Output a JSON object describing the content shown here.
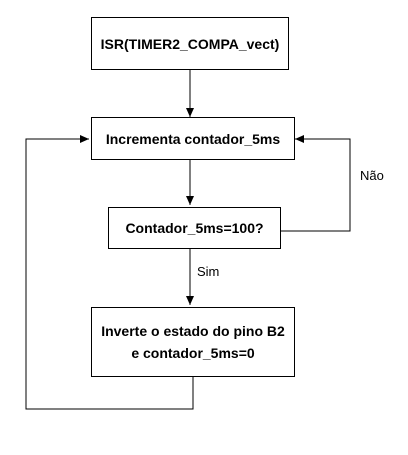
{
  "diagram": {
    "nodes": {
      "isr": {
        "text": "ISR(TIMER2_COMPA_vect)"
      },
      "increment": {
        "text": "Incrementa contador_5ms"
      },
      "decision": {
        "text": "Contador_5ms=100?"
      },
      "invert": {
        "lines": [
          "Inverte o estado do pino B2",
          "e contador_5ms=0"
        ]
      }
    },
    "edge_labels": {
      "no": "Não",
      "yes": "Sim"
    },
    "colors": {
      "stroke": "#000000",
      "fill": "#ffffff"
    }
  }
}
